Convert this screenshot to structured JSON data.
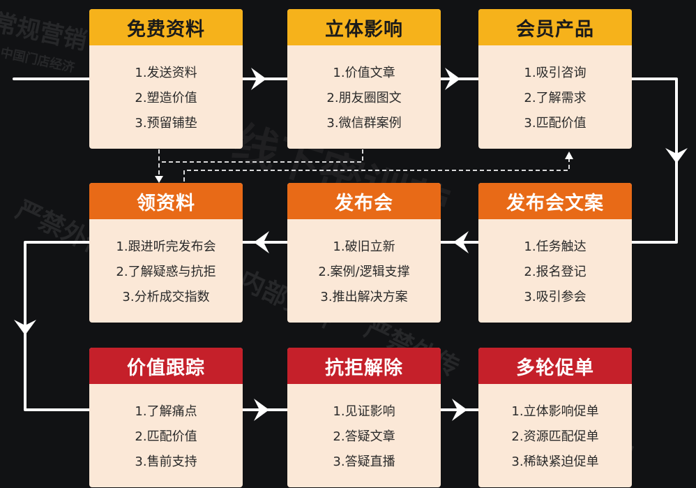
{
  "watermarks": [
    "常规营销",
    "中国门店经济",
    "线下密训营",
    "严禁外传",
    "内部资料",
    "严禁外传",
    "内部资料"
  ],
  "cards": [
    {
      "title": "免费资料",
      "items": [
        "1.发送资料",
        "2.塑造价值",
        "3.预留铺垫"
      ]
    },
    {
      "title": "立体影响",
      "items": [
        "1.价值文章",
        "2.朋友圈图文",
        "3.微信群案例"
      ]
    },
    {
      "title": "会员产品",
      "items": [
        "1.吸引咨询",
        "2.了解需求",
        "3.匹配价值"
      ]
    },
    {
      "title": "领资料",
      "items": [
        "1.跟进听完发布会",
        "2.了解疑惑与抗拒",
        "3.分析成交指数"
      ]
    },
    {
      "title": "发布会",
      "items": [
        "1.破旧立新",
        "2.案例/逻辑支撑",
        "3.推出解决方案"
      ]
    },
    {
      "title": "发布会文案",
      "items": [
        "1.任务触达",
        "2.报名登记",
        "3.吸引参会"
      ]
    },
    {
      "title": "价值跟踪",
      "items": [
        "1.了解痛点",
        "2.匹配价值",
        "3.售前支持"
      ]
    },
    {
      "title": "抗拒解除",
      "items": [
        "1.见证影响",
        "2.答疑文章",
        "3.答疑直播"
      ]
    },
    {
      "title": "多轮促单",
      "items": [
        "1.立体影响促单",
        "2.资源匹配促单",
        "3.稀缺紧迫促单"
      ]
    }
  ],
  "colors": {
    "row1": "#f6b21b",
    "row2": "#e86a17",
    "row3": "#c5202a",
    "card_body": "#fbe8d7",
    "background": "#111214",
    "line": "#ffffff"
  }
}
